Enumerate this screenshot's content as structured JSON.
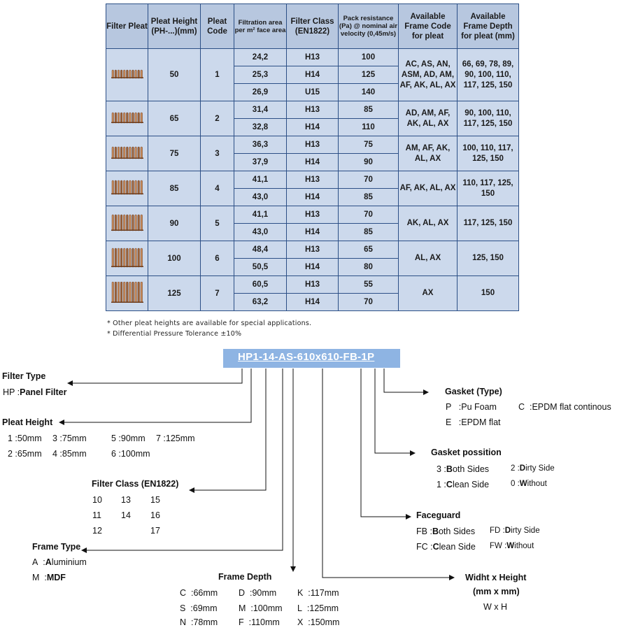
{
  "table": {
    "headers": [
      "Filter Pleat",
      "Pleat Height (PH-...)(mm)",
      "Pleat Code",
      "Filtration area per m² face area",
      "Filter Class (EN1822)",
      "Pack resistance (Pa) @ nominal air velocity (0,45m/s)",
      "Available Frame Code for pleat",
      "Available Frame Depth for pleat (mm)"
    ],
    "groups": [
      {
        "height": "50",
        "code": "1",
        "rows": [
          [
            "24,2",
            "H13",
            "100"
          ],
          [
            "25,3",
            "H14",
            "125"
          ],
          [
            "26,9",
            "U15",
            "140"
          ]
        ],
        "frame_code": "AC, AS, AN, ASM, AD, AM, AF, AK, AL, AX",
        "frame_depth": "66, 69, 78, 89, 90, 100, 110, 117, 125, 150"
      },
      {
        "height": "65",
        "code": "2",
        "rows": [
          [
            "31,4",
            "H13",
            "85"
          ],
          [
            "32,8",
            "H14",
            "110"
          ]
        ],
        "frame_code": "AD, AM, AF, AK, AL, AX",
        "frame_depth": "90, 100, 110, 117, 125, 150"
      },
      {
        "height": "75",
        "code": "3",
        "rows": [
          [
            "36,3",
            "H13",
            "75"
          ],
          [
            "37,9",
            "H14",
            "90"
          ]
        ],
        "frame_code": "AM, AF, AK, AL, AX",
        "frame_depth": "100, 110, 117, 125, 150"
      },
      {
        "height": "85",
        "code": "4",
        "rows": [
          [
            "41,1",
            "H13",
            "70"
          ],
          [
            "43,0",
            "H14",
            "85"
          ]
        ],
        "frame_code": "AF, AK, AL, AX",
        "frame_depth": "110, 117, 125, 150"
      },
      {
        "height": "90",
        "code": "5",
        "rows": [
          [
            "41,1",
            "H13",
            "70"
          ],
          [
            "43,0",
            "H14",
            "85"
          ]
        ],
        "frame_code": "AK, AL, AX",
        "frame_depth": "117, 125, 150"
      },
      {
        "height": "100",
        "code": "6",
        "rows": [
          [
            "48,4",
            "H13",
            "65"
          ],
          [
            "50,5",
            "H14",
            "80"
          ]
        ],
        "frame_code": "AL, AX",
        "frame_depth": "125, 150"
      },
      {
        "height": "125",
        "code": "7",
        "rows": [
          [
            "60,5",
            "H13",
            "55"
          ],
          [
            "63,2",
            "H14",
            "70"
          ]
        ],
        "frame_code": "AX",
        "frame_depth": "150"
      }
    ],
    "notes": [
      "* Other pleat heights are available for special applications.",
      "* Differential Pressure Tolerance ±10%"
    ]
  },
  "code": {
    "parts": [
      "HP1",
      "-14-",
      "AS",
      "-",
      "610x610",
      "-",
      "FB",
      "-1",
      "P"
    ],
    "full": "HP1-14-AS-610x610-FB-1P"
  },
  "filter_type": {
    "title": "Filter Type",
    "key": "HP",
    "value": "Panel Filter"
  },
  "pleat_height": {
    "title": "Pleat Height",
    "row1": [
      "1 :50mm",
      "3 :75mm",
      "5 :90mm",
      "7 :125mm"
    ],
    "row2": [
      "2 :65mm",
      "4 :85mm",
      "6 :100mm"
    ]
  },
  "filter_class": {
    "title": "Filter Class (EN1822)",
    "values": [
      [
        "10",
        "13",
        "15"
      ],
      [
        "11",
        "14",
        "16"
      ],
      [
        "12",
        "",
        "17"
      ]
    ]
  },
  "frame_type": {
    "title": "Frame Type",
    "items": [
      {
        "key": "A",
        "bold": "A",
        "rest": "luminium"
      },
      {
        "key": "M",
        "bold": "M",
        "rest": "DF"
      }
    ]
  },
  "frame_depth": {
    "title": "Frame Depth",
    "rows": [
      [
        [
          "C",
          "66mm"
        ],
        [
          "D",
          "90mm"
        ],
        [
          "K",
          "117mm"
        ]
      ],
      [
        [
          "S",
          "69mm"
        ],
        [
          "M",
          "100mm"
        ],
        [
          "L",
          "125mm"
        ]
      ],
      [
        [
          "N",
          "78mm"
        ],
        [
          "F",
          "110mm"
        ],
        [
          "X",
          "150mm"
        ]
      ]
    ]
  },
  "gasket_type": {
    "title": "Gasket (Type)",
    "items": [
      [
        "P",
        "Pu Foam"
      ],
      [
        "C",
        "EPDM flat continous"
      ],
      [
        "E",
        "EPDM flat"
      ]
    ]
  },
  "gasket_position": {
    "title": "Gasket possition",
    "items": [
      [
        "3",
        "B",
        "oth Sides"
      ],
      [
        "2",
        "D",
        "irty Side"
      ],
      [
        "1",
        "C",
        "lean Side"
      ],
      [
        "0",
        "W",
        "ithout"
      ]
    ]
  },
  "faceguard": {
    "title": "Faceguard",
    "items": [
      [
        "FB",
        "B",
        "oth Sides"
      ],
      [
        "FD",
        "D",
        "irty Side"
      ],
      [
        "FC",
        "C",
        "lean Side"
      ],
      [
        "FW",
        "W",
        "ithout"
      ]
    ]
  },
  "width_height": {
    "title1": "Widht x Height",
    "title2": "(mm x mm)",
    "formula": "W x H"
  },
  "colors": {
    "header_bg": "#b7c7df",
    "cell_bg": "#ccd9ec",
    "border": "#2c4f86",
    "code_box": "#8eb4e3"
  }
}
